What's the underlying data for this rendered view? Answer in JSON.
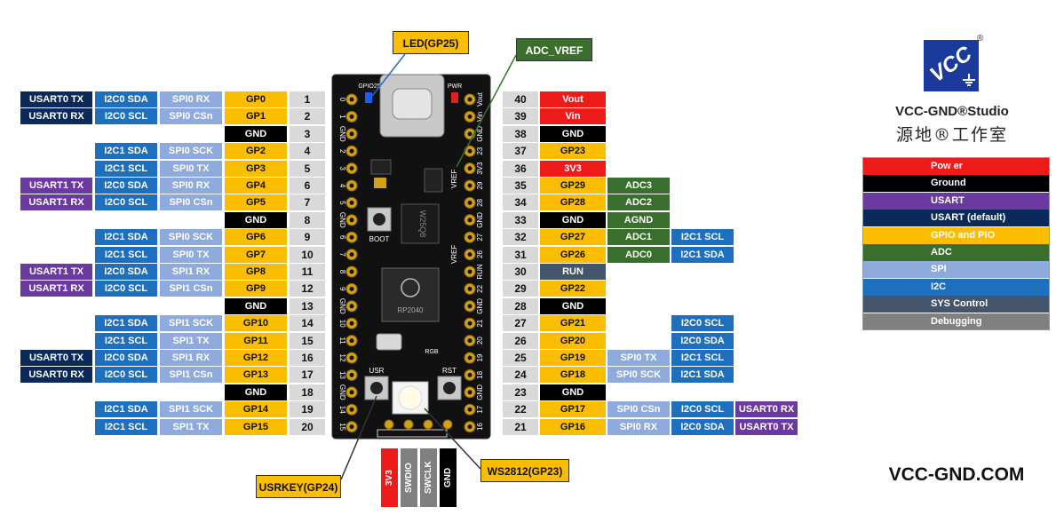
{
  "callouts": {
    "led": "LED(GP25)",
    "adc_vref": "ADC_VREF",
    "usrkey": "USRKEY(GP24)",
    "ws2812": "WS2812(GP23)"
  },
  "brand": {
    "logo_text": "VCC",
    "studio_line": "VCC-GND®Studio",
    "chinese_line": "源地®工作室",
    "website": "VCC-GND.COM"
  },
  "legend": [
    {
      "label": "Pow er",
      "color": "#ee1b1b"
    },
    {
      "label": "Ground",
      "color": "#000000"
    },
    {
      "label": "USART",
      "color": "#6a3aa0"
    },
    {
      "label": "USART (default)",
      "color": "#0b2a5b"
    },
    {
      "label": "GPIO and PIO",
      "color": "#fbbd00"
    },
    {
      "label": "ADC",
      "color": "#3a6e2c"
    },
    {
      "label": "SPI",
      "color": "#8faadc"
    },
    {
      "label": "I2C",
      "color": "#1f6fbf"
    },
    {
      "label": "SYS Control",
      "color": "#44546a"
    },
    {
      "label": "Debugging",
      "color": "#808080"
    }
  ],
  "left_pins": [
    {
      "num": "1",
      "pin": "GP0",
      "spi": "SPI0 RX",
      "i2c": "I2C0 SDA",
      "usart": "USART0 TX",
      "usart_type": "usart0"
    },
    {
      "num": "2",
      "pin": "GP1",
      "spi": "SPI0 CSn",
      "i2c": "I2C0 SCL",
      "usart": "USART0 RX",
      "usart_type": "usart0"
    },
    {
      "num": "3",
      "pin": "GND",
      "gnd": true
    },
    {
      "num": "4",
      "pin": "GP2",
      "spi": "SPI0 SCK",
      "i2c": "I2C1 SDA"
    },
    {
      "num": "5",
      "pin": "GP3",
      "spi": "SPI0 TX",
      "i2c": "I2C1 SCL"
    },
    {
      "num": "6",
      "pin": "GP4",
      "spi": "SPI0 RX",
      "i2c": "I2C0 SDA",
      "usart": "USART1 TX",
      "usart_type": "usart1"
    },
    {
      "num": "7",
      "pin": "GP5",
      "spi": "SPI0 CSn",
      "i2c": "I2C0 SCL",
      "usart": "USART1 RX",
      "usart_type": "usart1"
    },
    {
      "num": "8",
      "pin": "GND",
      "gnd": true
    },
    {
      "num": "9",
      "pin": "GP6",
      "spi": "SPI0 SCK",
      "i2c": "I2C1 SDA"
    },
    {
      "num": "10",
      "pin": "GP7",
      "spi": "SPI0 TX",
      "i2c": "I2C1 SCL"
    },
    {
      "num": "11",
      "pin": "GP8",
      "spi": "SPI1 RX",
      "i2c": "I2C0 SDA",
      "usart": "USART1 TX",
      "usart_type": "usart1"
    },
    {
      "num": "12",
      "pin": "GP9",
      "spi": "SPI1 CSn",
      "i2c": "I2C0 SCL",
      "usart": "USART1 RX",
      "usart_type": "usart1"
    },
    {
      "num": "13",
      "pin": "GND",
      "gnd": true
    },
    {
      "num": "14",
      "pin": "GP10",
      "spi": "SPI1 SCK",
      "i2c": "I2C1 SDA"
    },
    {
      "num": "15",
      "pin": "GP11",
      "spi": "SPI1 TX",
      "i2c": "I2C1 SCL"
    },
    {
      "num": "16",
      "pin": "GP12",
      "spi": "SPI1 RX",
      "i2c": "I2C0 SDA",
      "usart": "USART0 TX",
      "usart_type": "usart0"
    },
    {
      "num": "17",
      "pin": "GP13",
      "spi": "SPI1 CSn",
      "i2c": "I2C0 SCL",
      "usart": "USART0 RX",
      "usart_type": "usart0"
    },
    {
      "num": "18",
      "pin": "GND",
      "gnd": true
    },
    {
      "num": "19",
      "pin": "GP14",
      "spi": "SPI1 SCK",
      "i2c": "I2C1 SDA"
    },
    {
      "num": "20",
      "pin": "GP15",
      "spi": "SPI1 TX",
      "i2c": "I2C1 SCL"
    }
  ],
  "right_pins": [
    {
      "num": "40",
      "pin": "Vout",
      "type": "power"
    },
    {
      "num": "39",
      "pin": "Vin",
      "type": "power"
    },
    {
      "num": "38",
      "pin": "GND",
      "type": "gnd"
    },
    {
      "num": "37",
      "pin": "GP23",
      "type": "gpio"
    },
    {
      "num": "36",
      "pin": "3V3",
      "type": "power"
    },
    {
      "num": "35",
      "pin": "GP29",
      "type": "gpio",
      "adc": "ADC3"
    },
    {
      "num": "34",
      "pin": "GP28",
      "type": "gpio",
      "adc": "ADC2"
    },
    {
      "num": "33",
      "pin": "GND",
      "type": "gnd",
      "adc": "AGND"
    },
    {
      "num": "32",
      "pin": "GP27",
      "type": "gpio",
      "adc": "ADC1",
      "i2c": "I2C1 SCL"
    },
    {
      "num": "31",
      "pin": "GP26",
      "type": "gpio",
      "adc": "ADC0",
      "i2c": "I2C1 SDA"
    },
    {
      "num": "30",
      "pin": "RUN",
      "type": "sys"
    },
    {
      "num": "29",
      "pin": "GP22",
      "type": "gpio"
    },
    {
      "num": "28",
      "pin": "GND",
      "type": "gnd"
    },
    {
      "num": "27",
      "pin": "GP21",
      "type": "gpio",
      "i2c": "I2C0 SCL"
    },
    {
      "num": "26",
      "pin": "GP20",
      "type": "gpio",
      "i2c": "I2C0 SDA"
    },
    {
      "num": "25",
      "pin": "GP19",
      "type": "gpio",
      "spi": "SPI0 TX",
      "i2c": "I2C1 SCL"
    },
    {
      "num": "24",
      "pin": "GP18",
      "type": "gpio",
      "spi": "SPI0 SCK",
      "i2c": "I2C1 SDA"
    },
    {
      "num": "23",
      "pin": "GND",
      "type": "gnd"
    },
    {
      "num": "22",
      "pin": "GP17",
      "type": "gpio",
      "spi": "SPI0 CSn",
      "i2c": "I2C0 SCL",
      "usart": "USART0 RX"
    },
    {
      "num": "21",
      "pin": "GP16",
      "type": "gpio",
      "spi": "SPI0 RX",
      "i2c": "I2C0 SDA",
      "usart": "USART0 TX"
    }
  ],
  "board": {
    "left_silk": [
      "0",
      "1",
      "GND",
      "2",
      "3",
      "4",
      "5",
      "GND",
      "6",
      "7",
      "8",
      "9",
      "GND",
      "10",
      "11",
      "12",
      "13",
      "GND",
      "14",
      "15"
    ],
    "right_silk": [
      "Vout",
      "Vin",
      "GND",
      "23",
      "3V3",
      "29",
      "28",
      "GND",
      "27",
      "26",
      "RUN",
      "22",
      "GND",
      "21",
      "20",
      "19",
      "18",
      "GND",
      "17",
      "16"
    ],
    "top_labels": {
      "gpio25": "GPIO25",
      "pwr": "PWR"
    },
    "vref_labels": [
      "VREF",
      "VREF"
    ],
    "chip_flash": "W25Q8",
    "chip_main": "RP2040",
    "boot_label": "BOOT",
    "usr_label": "USR",
    "rst_label": "RST",
    "rgb_label": "RGB"
  },
  "debug_header": [
    {
      "label": "3V3",
      "color": "#ee1b1b"
    },
    {
      "label": "SWDIO",
      "color": "#808080"
    },
    {
      "label": "SWCLK",
      "color": "#808080"
    },
    {
      "label": "GND",
      "color": "#000000"
    }
  ]
}
